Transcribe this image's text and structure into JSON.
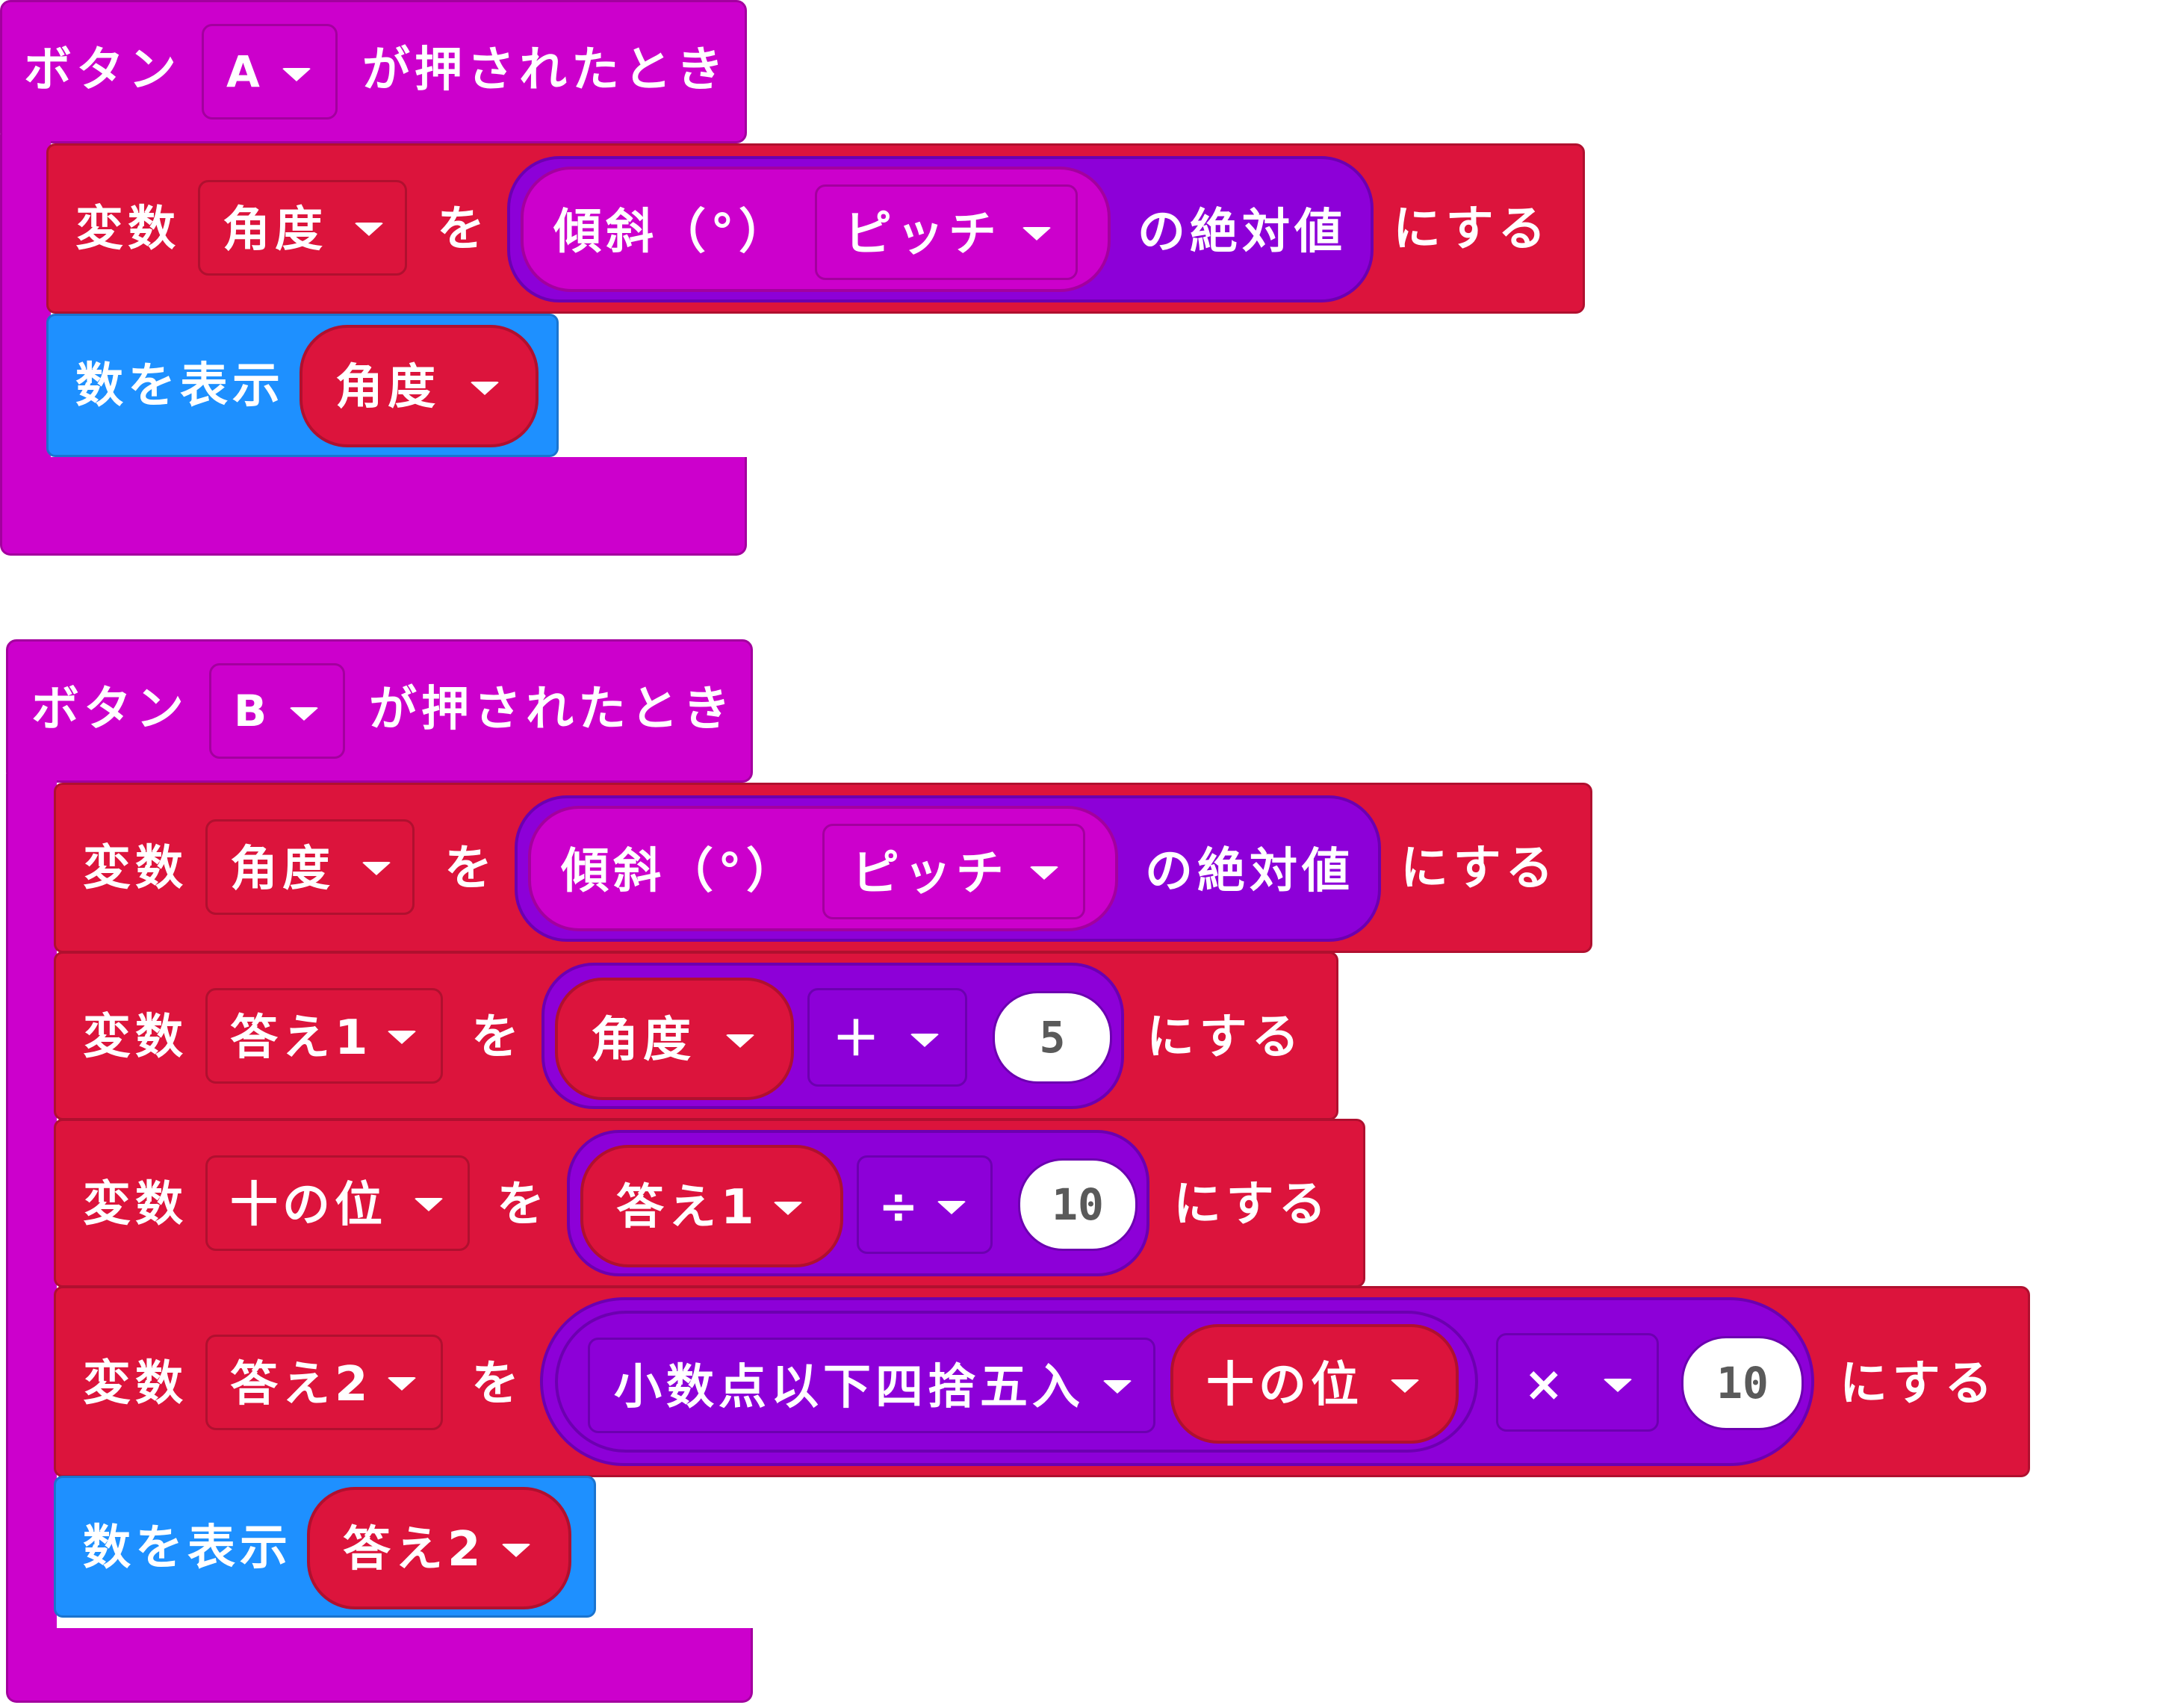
{
  "event_a": {
    "label_pre": "ボタン",
    "button": "A",
    "label_post": "が押されたとき",
    "set_angle": {
      "label_var": "変数",
      "var": "角度",
      "label_to": "を",
      "abs_inner": "傾斜（°）",
      "axis": "ピッチ",
      "abs_label": "の絶対値",
      "label_set": "にする"
    },
    "show": {
      "label": "数を表示",
      "var": "角度"
    }
  },
  "event_b": {
    "label_pre": "ボタン",
    "button": "B",
    "label_post": "が押されたとき",
    "set_angle": {
      "label_var": "変数",
      "var": "角度",
      "label_to": "を",
      "abs_inner": "傾斜（°）",
      "axis": "ピッチ",
      "abs_label": "の絶対値",
      "label_set": "にする"
    },
    "set_ans1": {
      "label_var": "変数",
      "var": "答え1",
      "label_to": "を",
      "operand": "角度",
      "op": "＋",
      "value": "5",
      "label_set": "にする"
    },
    "set_tens": {
      "label_var": "変数",
      "var": "十の位",
      "label_to": "を",
      "operand": "答え1",
      "op": "÷",
      "value": "10",
      "label_set": "にする"
    },
    "set_ans2": {
      "label_var": "変数",
      "var": "答え2",
      "label_to": "を",
      "func": "小数点以下四捨五入",
      "operand": "十の位",
      "op": "×",
      "value": "10",
      "label_set": "にする"
    },
    "show": {
      "label": "数を表示",
      "var": "答え2"
    }
  },
  "colors": {
    "event": "#cc00cc",
    "variables": "#dc143c",
    "basic": "#1e90ff",
    "math": "#8d00d8"
  },
  "icons": {
    "dropdown": "caret-down-icon"
  }
}
